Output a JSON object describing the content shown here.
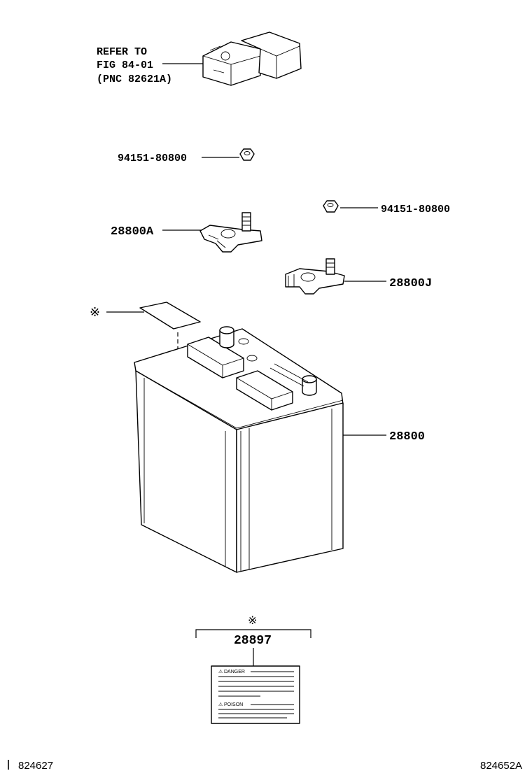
{
  "labels": {
    "refer_line1": "REFER TO",
    "refer_line2": "FIG 84-01",
    "refer_line3": "(PNC 82621A)",
    "nut_top": "94151-80800",
    "nut_right": "94151-80800",
    "terminal_a": "28800A",
    "terminal_j": "28800J",
    "battery": "28800",
    "note_mark": "※",
    "label_note_mark": "※",
    "label_part": "28897",
    "warning_danger": "DANGER",
    "warning_poison": "POISON"
  },
  "footer": {
    "left_code": "824627",
    "right_code": "824652A"
  }
}
